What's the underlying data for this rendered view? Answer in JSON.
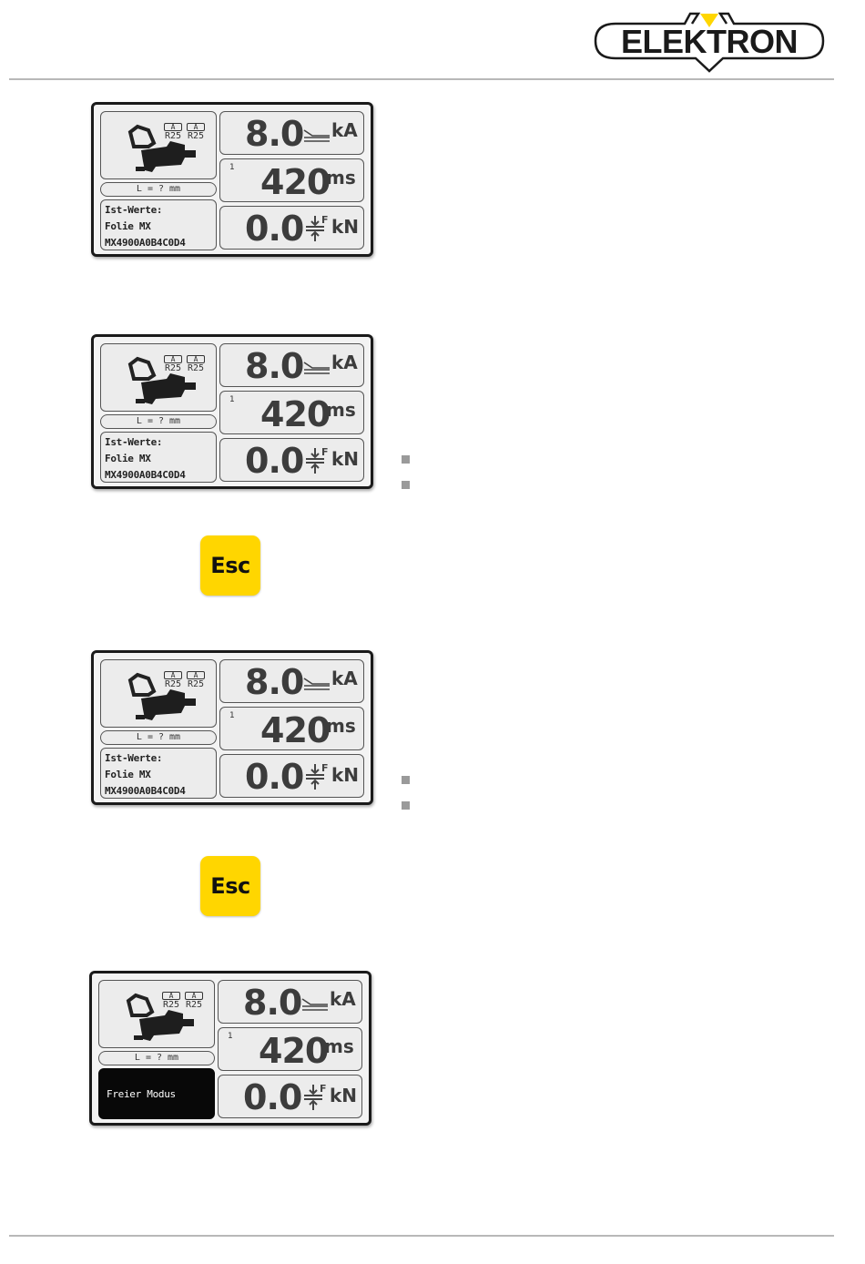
{
  "brand": {
    "name": "ELEKTRON",
    "accent": "#ffd600"
  },
  "screens": [
    {
      "r_labels": [
        "R25",
        "R25"
      ],
      "r_caps": [
        "A",
        "A"
      ],
      "length": "L = ? mm",
      "info": [
        "Ist-Werte:",
        "Folie MX",
        "MX4900A0B4C0D4"
      ],
      "current": "8.0",
      "current_unit": "kA",
      "step": "1",
      "time": "420",
      "time_unit": "ms",
      "force": "0.0",
      "force_sym": "F",
      "force_unit": "kN"
    },
    {
      "r_labels": [
        "R25",
        "R25"
      ],
      "r_caps": [
        "A",
        "A"
      ],
      "length": "L = ? mm",
      "info": [
        "Ist-Werte:",
        "Folie MX",
        "MX4900A0B4C0D4"
      ],
      "current": "8.0",
      "current_unit": "kA",
      "step": "1",
      "time": "420",
      "time_unit": "ms",
      "force": "0.0",
      "force_sym": "F",
      "force_unit": "kN"
    },
    {
      "r_labels": [
        "R25",
        "R25"
      ],
      "r_caps": [
        "A",
        "A"
      ],
      "length": "L = ? mm",
      "info": [
        "Ist-Werte:",
        "Folie MX",
        "MX4900A0B4C0D4"
      ],
      "current": "8.0",
      "current_unit": "kA",
      "step": "1",
      "time": "420",
      "time_unit": "ms",
      "force": "0.0",
      "force_sym": "F",
      "force_unit": "kN"
    },
    {
      "r_labels": [
        "R25",
        "R25"
      ],
      "r_caps": [
        "A",
        "A"
      ],
      "length": "L = ? mm",
      "mode": "Freier Modus",
      "current": "8.0",
      "current_unit": "kA",
      "step": "1",
      "time": "420",
      "time_unit": "ms",
      "force": "0.0",
      "force_sym": "F",
      "force_unit": "kN"
    }
  ],
  "esc_buttons": [
    {
      "label": "Esc"
    },
    {
      "label": "Esc"
    }
  ]
}
